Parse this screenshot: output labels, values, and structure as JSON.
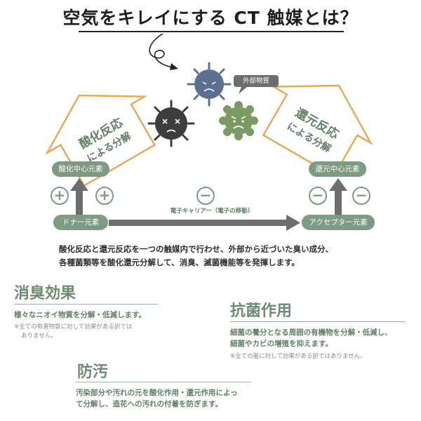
{
  "title": "空気をキレイにする CT 触媒とは？",
  "diagram": {
    "left_arrow_line1": "酸化反応",
    "left_arrow_line2": "による分解",
    "right_arrow_line1": "還元反応",
    "right_arrow_line2": "による分解",
    "external_substance": "外部物質",
    "oxidation_center": "酸化中心元素",
    "reduction_center": "還元中心元素",
    "donor": "ドナー元素",
    "acceptor": "アクセプター元素",
    "carrier": "電子キャリアー（電子の移動）",
    "plus": "+",
    "minus": "−"
  },
  "description_line1": "酸化反応と還元反応を一つの触媒内で行わせ、外部から近づいた臭い成分、",
  "description_line2": "各種菌類等を酸化還元分解して、消臭、滅菌機能等を発揮します。",
  "sections": {
    "deodorize": {
      "title": "消臭効果",
      "body": "様々なニオイ物質を分解・低減します。",
      "note_line1": "※全ての有害物質に対して効果がある訳では",
      "note_line2": "ありません。"
    },
    "antibacterial": {
      "title": "抗菌作用",
      "body_line1": "細菌の養分となる周囲の有機物を分解・低減し、",
      "body_line2": "細菌やカビの増殖を抑えます。",
      "note": "※全ての菌に対して効果がある訳ではありません。"
    },
    "antifouling": {
      "title": "防汚",
      "body_line1": "汚染部分や汚れの元を酸化作用・還元作用によっ",
      "body_line2": "て分解し、造花への汚れの付着を防ぎます。"
    }
  },
  "colors": {
    "accent_green": "#7f9a83",
    "germ_blue": "#5d6f8f",
    "germ_dark": "#3d3d3d",
    "germ_green": "#7b9a63",
    "arrow_gray": "#6d6d6d",
    "outline_orange": "#e8a95a"
  }
}
